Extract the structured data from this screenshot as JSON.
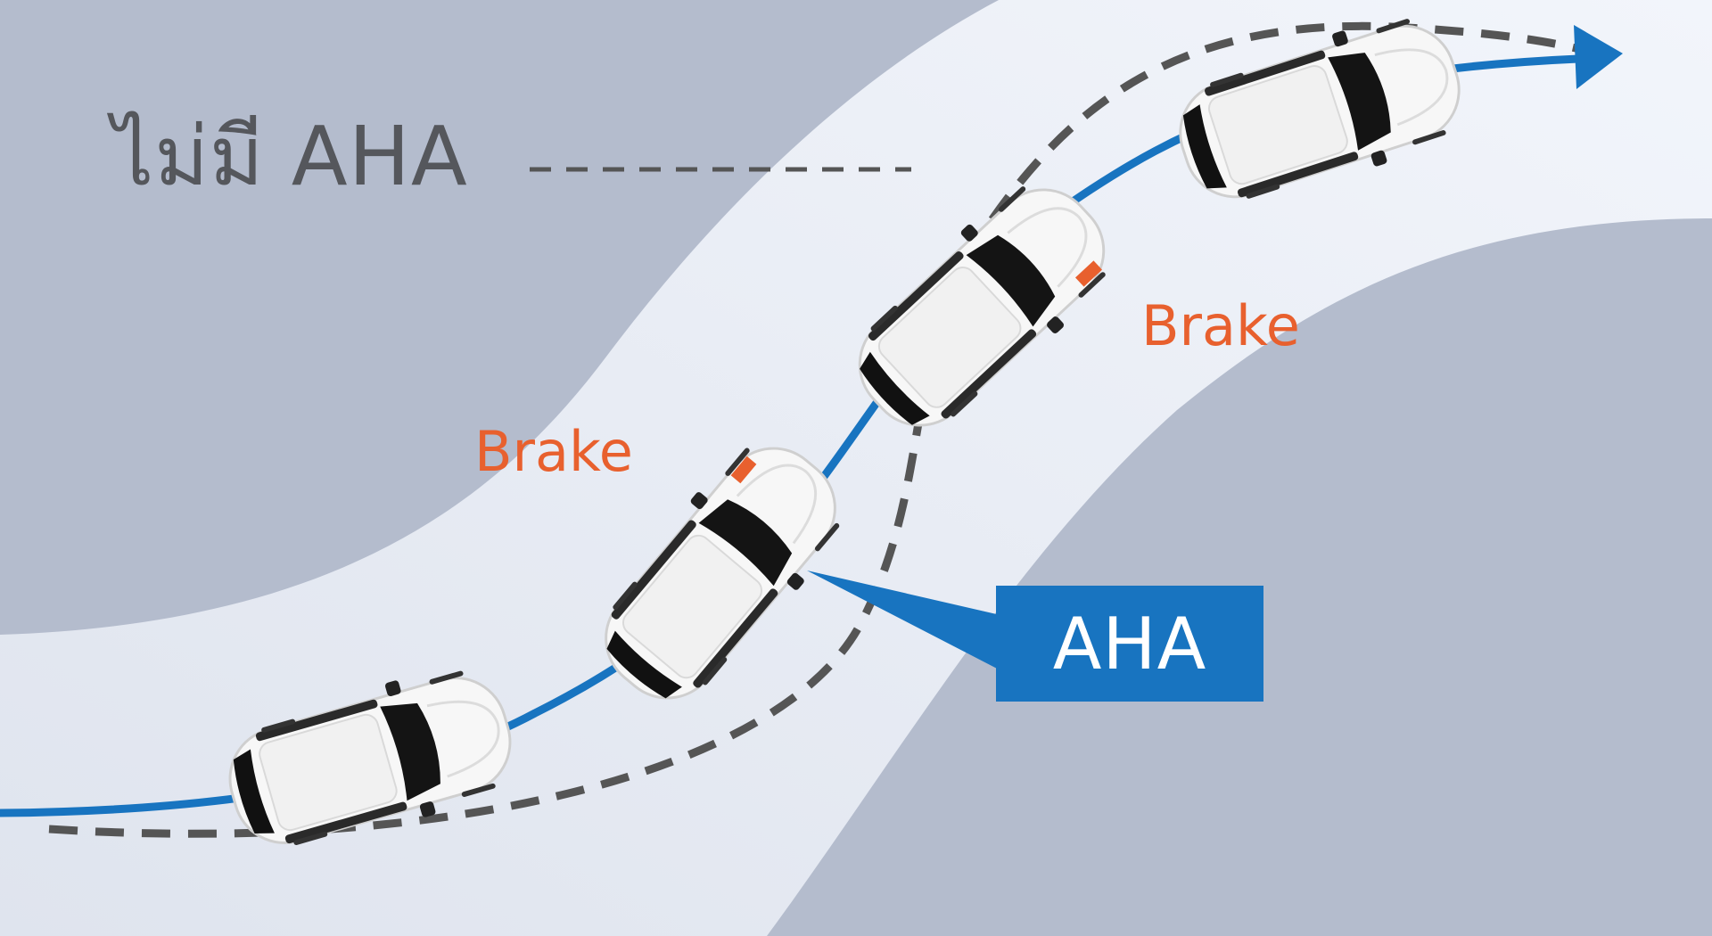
{
  "labels": {
    "no_aha": "ไม่มี AHA",
    "brake_upper": "Brake",
    "brake_lower": "Brake",
    "aha": "AHA"
  },
  "colors": {
    "background": "#b4bccd",
    "road": "#e9edf6",
    "aha_path": "#1874c0",
    "no_aha_path": "#555555",
    "brake": "#e8602e",
    "aha_box": "#1874c0"
  },
  "icons": {
    "car": "car-top-view-icon",
    "arrow": "arrow-head-icon",
    "brake_marker": "brake-light-marker"
  }
}
